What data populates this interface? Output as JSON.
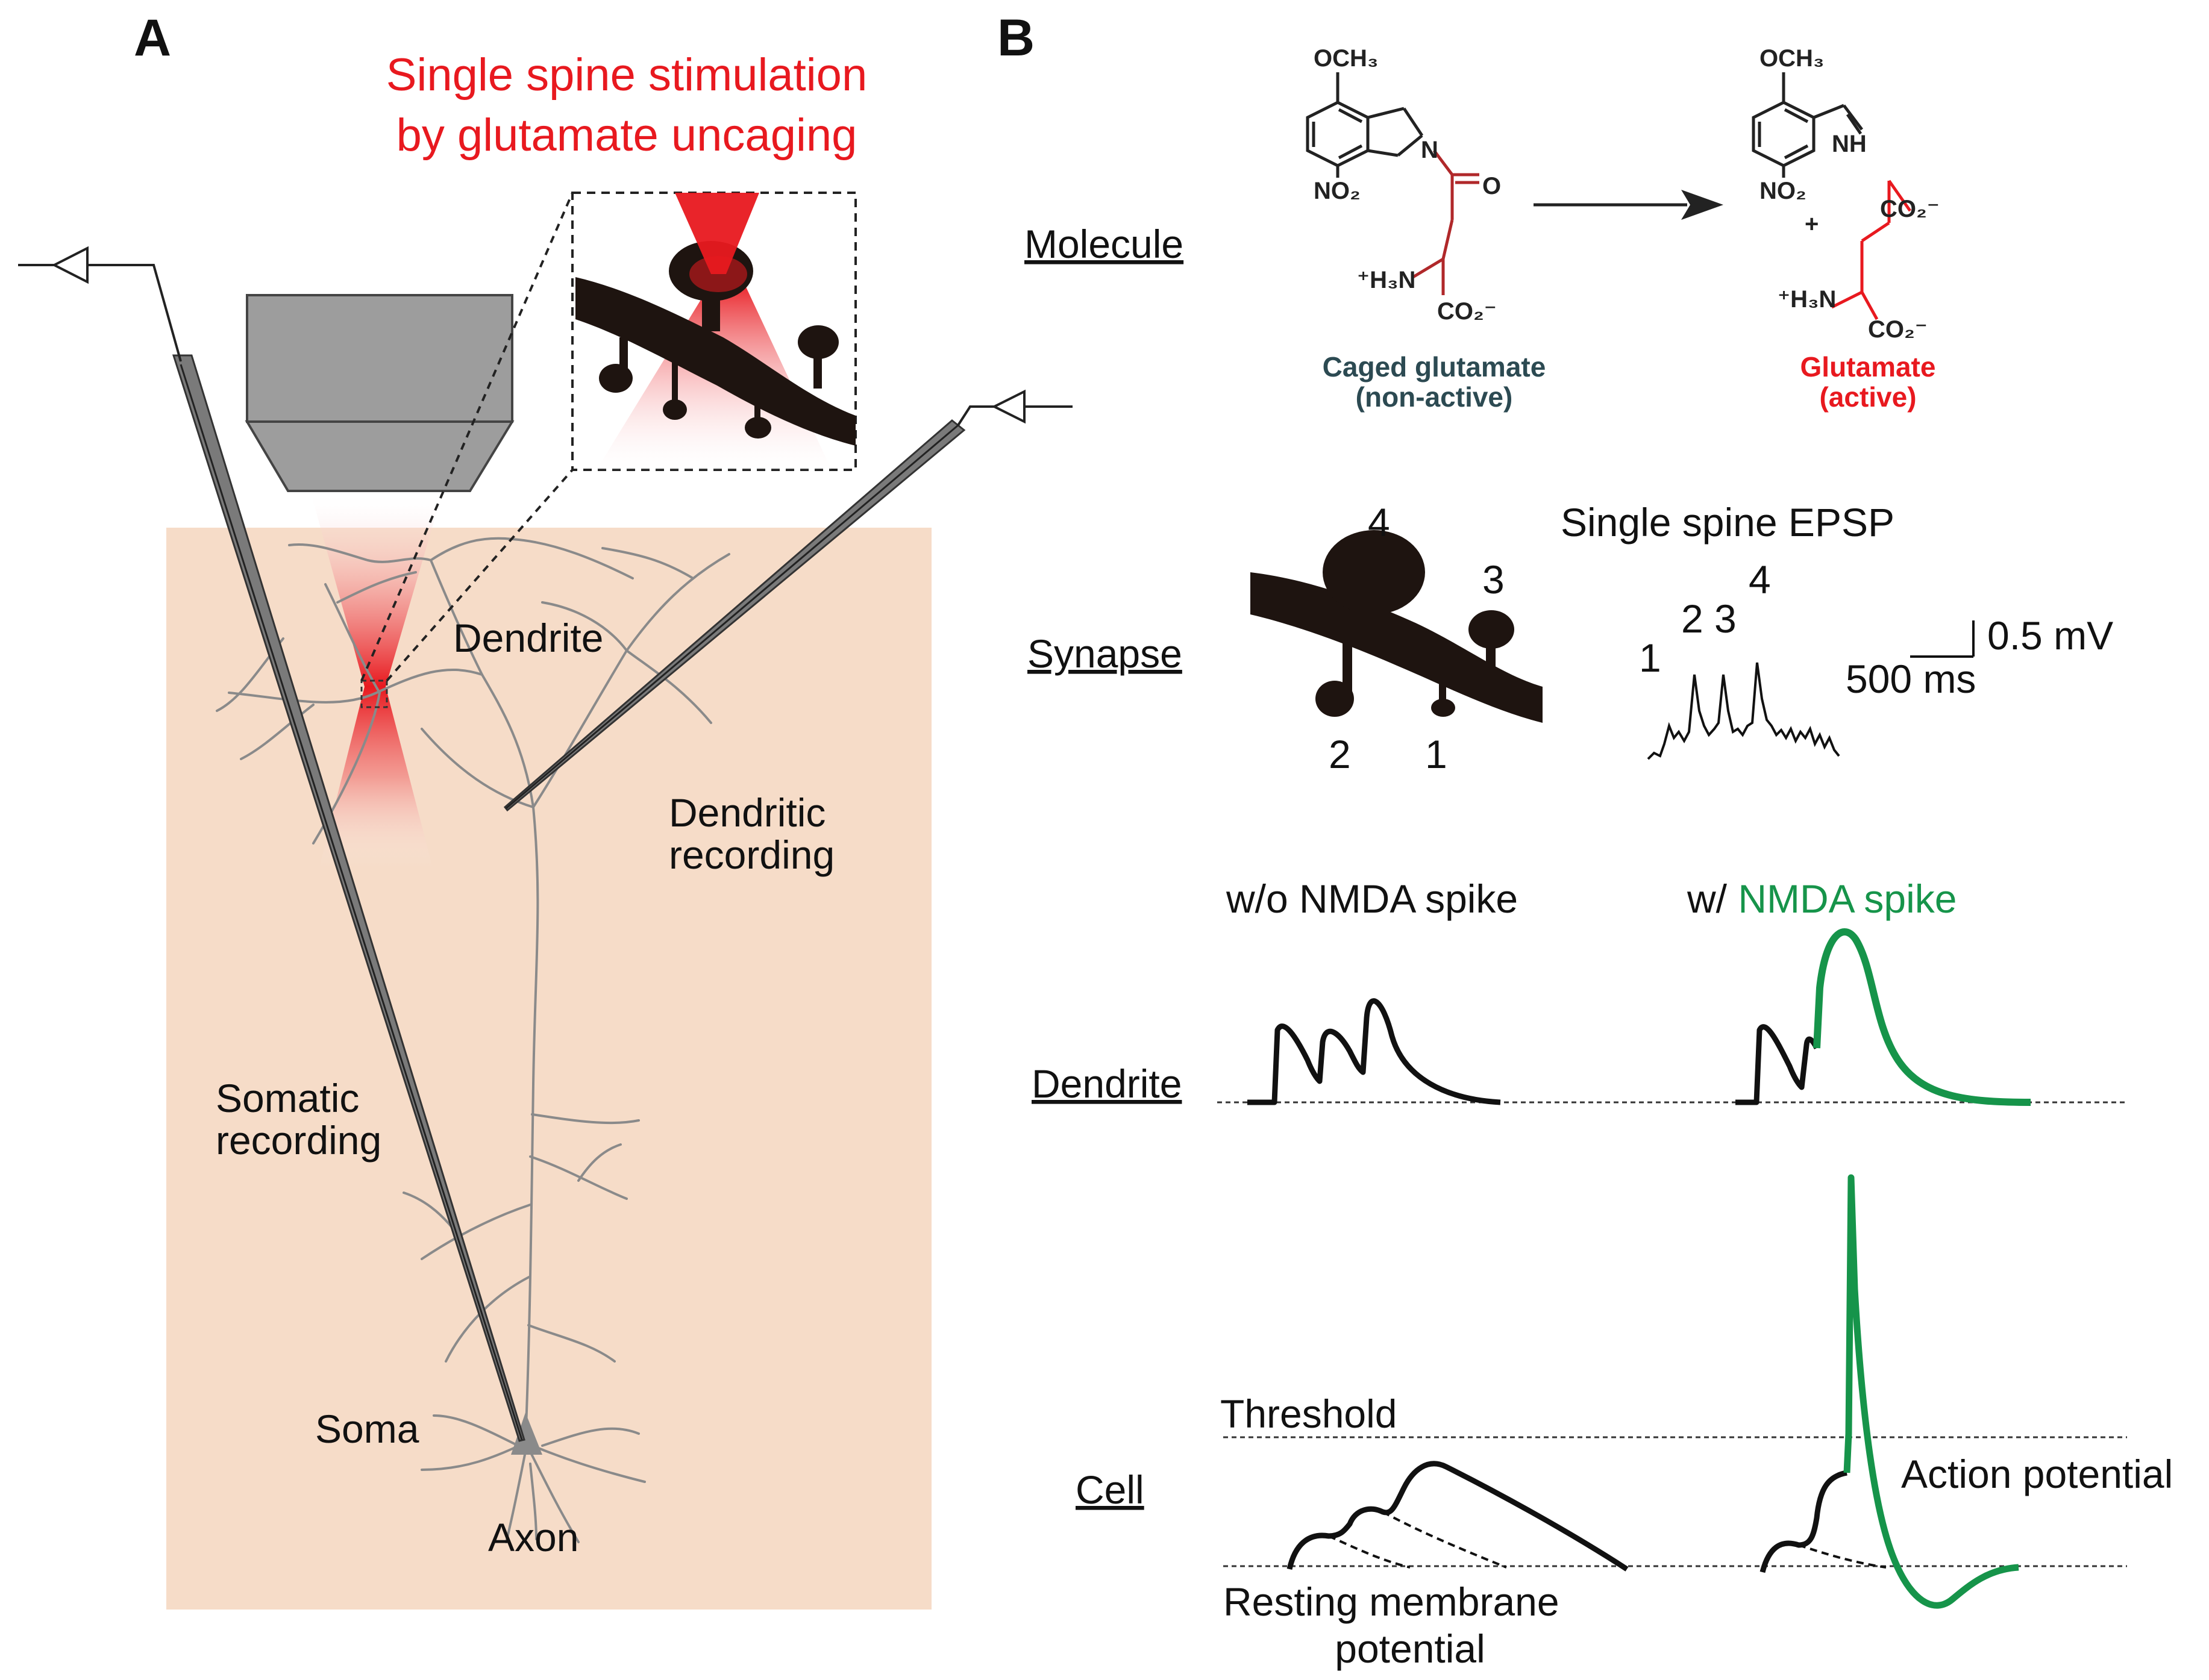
{
  "colors": {
    "tissue": "#f6dcc8",
    "laser": "#e8191f",
    "green": "#16944a",
    "spine": "#1e1410",
    "neuron": "#8a8a8a",
    "objective": "#9d9d9d"
  },
  "panel_a": {
    "letter": "A",
    "title_line1": "Single spine stimulation",
    "title_line2": "by glutamate uncaging",
    "dendrite": "Dendrite",
    "dendritic_recording_1": "Dendritic",
    "dendritic_recording_2": "recording",
    "somatic_recording_1": "Somatic",
    "somatic_recording_2": "recording",
    "soma": "Soma",
    "axon": "Axon"
  },
  "panel_b": {
    "letter": "B",
    "rows": {
      "molecule": "Molecule",
      "synapse": "Synapse",
      "dendrite": "Dendrite",
      "cell": "Cell"
    },
    "chem": {
      "och3_a": "OCH₃",
      "no2_a": "NO₂",
      "n": "N",
      "o": "O",
      "h3n_a": "⁺H₃N",
      "co2_a": "CO₂⁻",
      "caged_1": "Caged glutamate",
      "caged_2": "(non-active)",
      "och3_b": "OCH₃",
      "nh": "NH",
      "no2_b": "NO₂",
      "plus": "+",
      "co2_top": "CO₂⁻",
      "h3n_b": "⁺H₃N",
      "co2_b": "CO₂⁻",
      "glu_1": "Glutamate",
      "glu_2": "(active)"
    },
    "synapse": {
      "epsp_title": "Single spine EPSP",
      "spine_labels": [
        "4",
        "3",
        "2",
        "1"
      ],
      "trace_labels": [
        "1",
        "2",
        "3",
        "4"
      ],
      "scale_v": "0.5 mV",
      "scale_t": "500 ms"
    },
    "dendrite_panel": {
      "wo_nmda": "w/o NMDA spike",
      "w_prefix": "w/ ",
      "w_nmda": "NMDA spike"
    },
    "cell_panel": {
      "threshold": "Threshold",
      "action_potential": "Action potential",
      "resting_1": "Resting membrane",
      "resting_2": "potential"
    }
  }
}
